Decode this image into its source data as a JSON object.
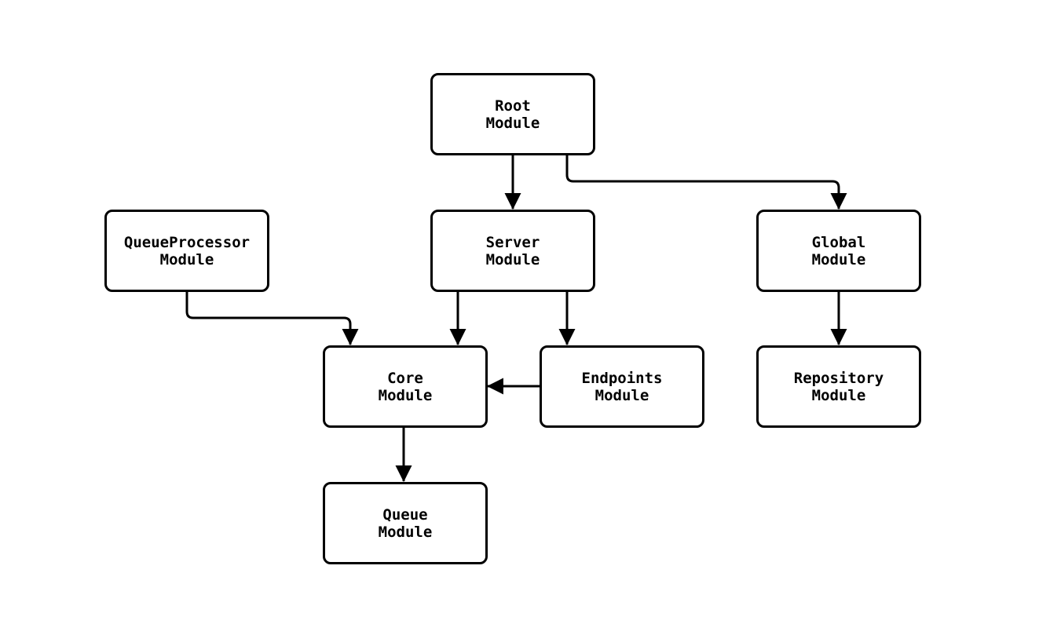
{
  "diagram": {
    "kind": "module-dependency-diagram",
    "colors": {
      "background": "#ffffff",
      "node_fill": "#ffffff",
      "node_border": "#000000",
      "edge": "#000000"
    },
    "nodes": [
      {
        "id": "root",
        "line1": "Root",
        "line2": "Module"
      },
      {
        "id": "queueprocessor",
        "line1": "QueueProcessor",
        "line2": "Module"
      },
      {
        "id": "server",
        "line1": "Server",
        "line2": "Module"
      },
      {
        "id": "global",
        "line1": "Global",
        "line2": "Module"
      },
      {
        "id": "core",
        "line1": "Core",
        "line2": "Module"
      },
      {
        "id": "endpoints",
        "line1": "Endpoints",
        "line2": "Module"
      },
      {
        "id": "repository",
        "line1": "Repository",
        "line2": "Module"
      },
      {
        "id": "queue",
        "line1": "Queue",
        "line2": "Module"
      }
    ],
    "edges": [
      {
        "from": "root",
        "to": "server"
      },
      {
        "from": "root",
        "to": "global"
      },
      {
        "from": "queueprocessor",
        "to": "core"
      },
      {
        "from": "server",
        "to": "core"
      },
      {
        "from": "server",
        "to": "endpoints"
      },
      {
        "from": "endpoints",
        "to": "core"
      },
      {
        "from": "global",
        "to": "repository"
      },
      {
        "from": "core",
        "to": "queue"
      }
    ]
  }
}
